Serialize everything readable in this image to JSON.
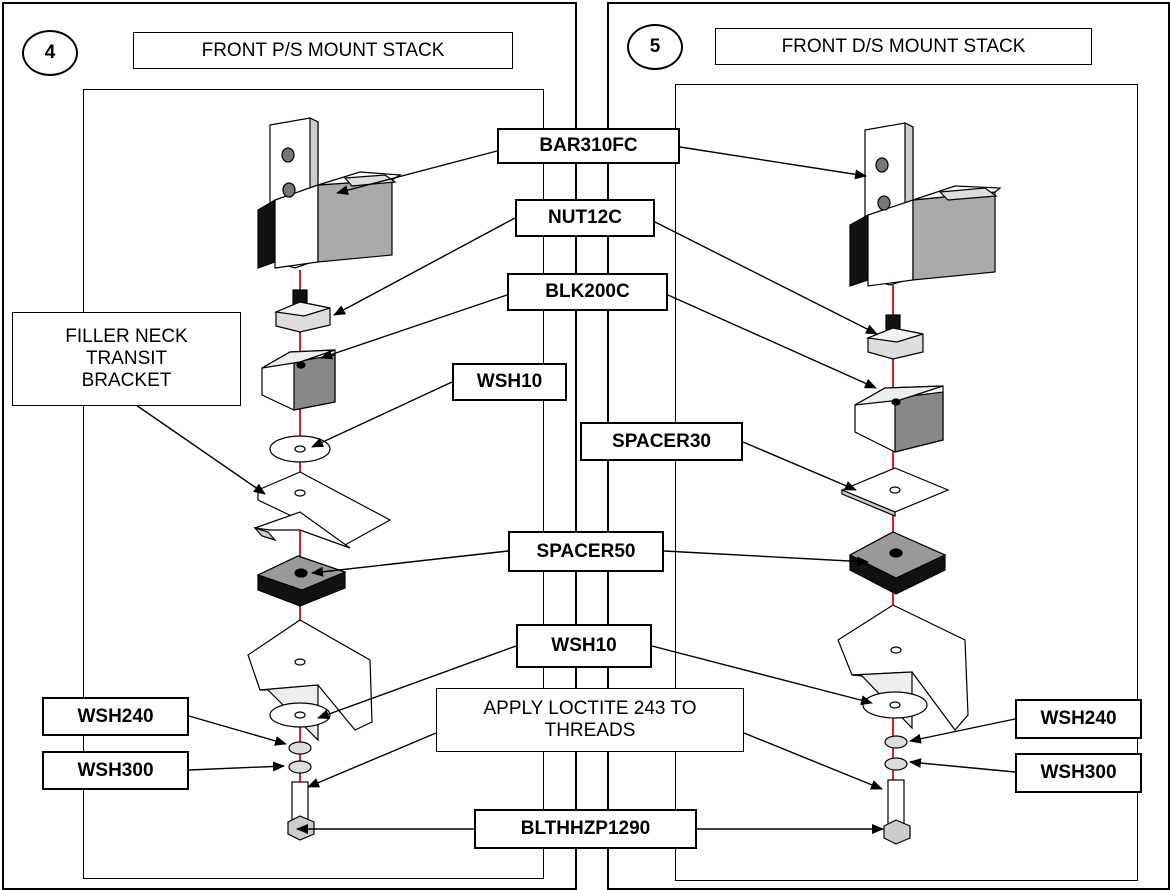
{
  "panels": [
    {
      "number": "4",
      "title": "FRONT P/S MOUNT STACK"
    },
    {
      "number": "5",
      "title": "FRONT D/S MOUNT STACK"
    }
  ],
  "labels": {
    "bar": "BAR310FC",
    "nut": "NUT12C",
    "blk": "BLK200C",
    "wsh_top": "WSH10",
    "spacer30": "SPACER30",
    "spacer50": "SPACER50",
    "wsh_bottom": "WSH10",
    "wsh240_left": "WSH240",
    "wsh300_left": "WSH300",
    "wsh240_right": "WSH240",
    "wsh300_right": "WSH300",
    "bolt": "BLTHHZP1290"
  },
  "filler_note": {
    "line1": "FILLER NECK",
    "line2": "TRANSIT",
    "line3": "BRACKET"
  },
  "loctite_note": {
    "line1": "APPLY LOCTITE 243 TO",
    "line2": "THREADS"
  },
  "colors": {
    "axis_line": "#e02020",
    "part_fill": "#ffffff",
    "part_shade": "#888888",
    "part_dark": "#111111"
  }
}
